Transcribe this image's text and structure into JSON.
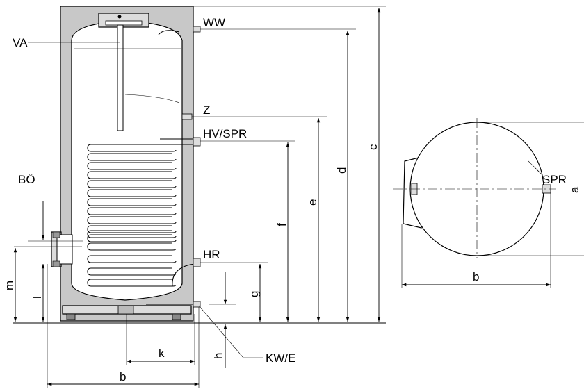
{
  "diagram": {
    "side_view": {
      "connections": {
        "ww": "WW",
        "va": "VA",
        "z": "Z",
        "hv_spr": "HV/SPR",
        "bo": "BÖ",
        "hr": "HR",
        "kw_e": "KW/E"
      },
      "dimensions": {
        "c": "c",
        "d": "d",
        "e": "e",
        "f": "f",
        "g": "g",
        "h": "h",
        "k": "k",
        "b": "b",
        "m": "m",
        "l": "l"
      }
    },
    "top_view": {
      "spr": "SPR",
      "a": "a",
      "b": "b"
    }
  },
  "colors": {
    "insulation": "#c8c8c8",
    "tank_fill": "#ffffff",
    "line": "#000000"
  }
}
